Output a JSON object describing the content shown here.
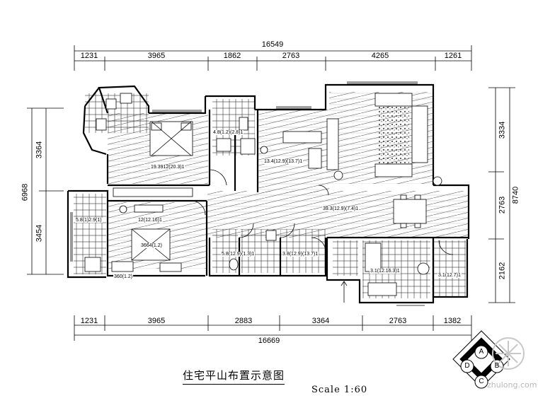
{
  "dimensions": {
    "top_total": "16549",
    "top_segments": [
      "1231",
      "3965",
      "1862",
      "2763",
      "4265",
      "1261"
    ],
    "bottom_total": "16669",
    "bottom_segments": [
      "1231",
      "3965",
      "2883",
      "3364",
      "2763",
      "1382"
    ],
    "left_total": "6968",
    "left_segments": [
      "3364",
      "3454"
    ],
    "right_total": "8740",
    "right_segments": [
      "3334",
      "2763",
      "2162"
    ]
  },
  "room_labels": [
    "19.3912(20.3)1",
    "4.8(1.2)(2.8)1",
    "13.4(12.9)(13.7)1",
    "39.3(12.9)(7.4)1",
    "12(12.16)1",
    "5.8(12.9)(1.3)1",
    "3.8(12.9)(13.7)1",
    "3.1(12.16.3)1",
    "3.1(12.7)1",
    "5.8(1)2.9(1)",
    "3664(1.2)",
    "360(1.2)"
  ],
  "title": "住宅平山布置示意图",
  "scale": "Scale 1:60",
  "watermark": "zhulong.com",
  "compass_letters": [
    "A",
    "B",
    "C",
    "D"
  ],
  "colors": {
    "line": "#000000",
    "hatch": "#555555",
    "watermark": "#b8b8b8"
  }
}
